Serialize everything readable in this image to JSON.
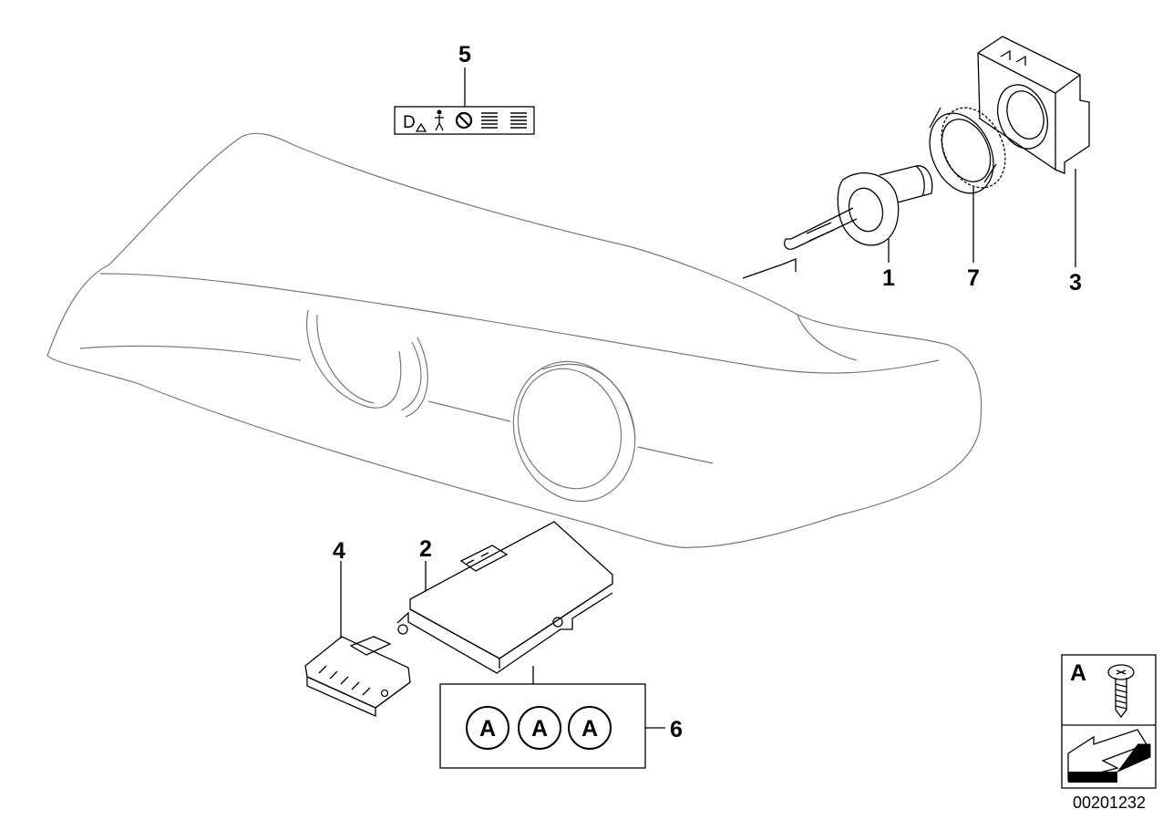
{
  "diagram": {
    "callouts": {
      "c1": "1",
      "c2": "2",
      "c3": "3",
      "c4": "4",
      "c5": "5",
      "c6": "6",
      "c7": "7"
    },
    "kit_box": {
      "letters": [
        "A",
        "A",
        "A"
      ]
    },
    "legend": {
      "letter": "A"
    },
    "label_sticker": {
      "text": "D"
    },
    "reference_id": "00201232"
  }
}
